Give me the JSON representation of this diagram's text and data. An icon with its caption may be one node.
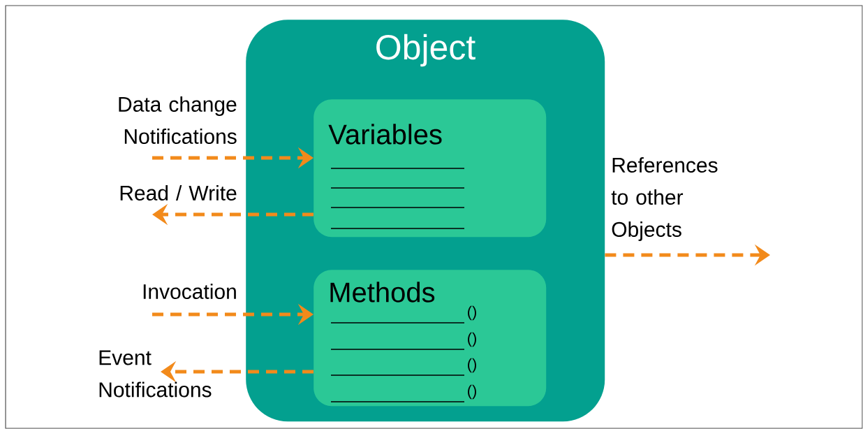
{
  "diagram": {
    "nodes": [
      {
        "text": [
          "Object"
        ]
      },
      {
        "text": [
          "Variables"
        ],
        "in": 0
      },
      {
        "text": [
          "Methods"
        ],
        "in": 0
      }
    ],
    "edges": [
      {
        "from": null,
        "to": 1,
        "arrow": "to",
        "label": "Data change Notifications",
        "style": "dashed"
      },
      {
        "from": 1,
        "to": null,
        "arrow": "to",
        "label": "Read / Write",
        "style": "dashed"
      },
      {
        "from": null,
        "to": 2,
        "arrow": "to",
        "label": "Invocation",
        "style": "dashed"
      },
      {
        "from": 2,
        "to": null,
        "arrow": "to",
        "label": "Event Notifications",
        "style": "dashed"
      },
      {
        "from": 0,
        "to": null,
        "arrow": "to",
        "label": "References to other Objects",
        "style": "dashed"
      }
    ],
    "labels": [
      "()",
      "()",
      "()",
      "()"
    ]
  }
}
